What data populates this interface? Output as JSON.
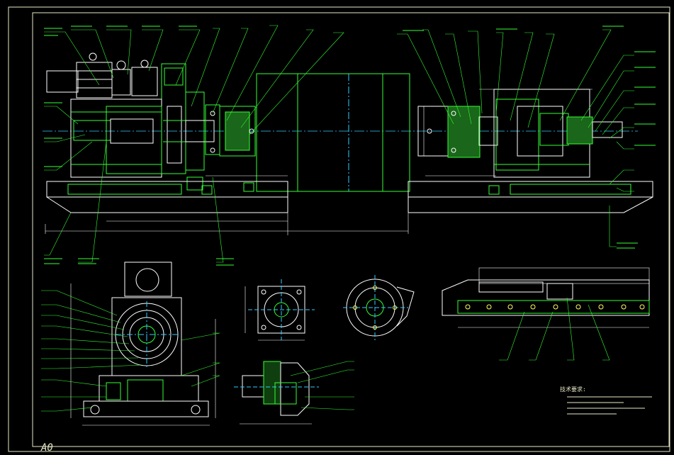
{
  "drawing": {
    "background": "#000000",
    "colors": {
      "frame": "#e8e8c8",
      "outline": "#ffffff",
      "geometry": "#33ff33",
      "leader": "#33ff33",
      "centerline": "#33ccff",
      "dimension": "#ffffff",
      "hatch": "#33ff33",
      "accent_red": "#ff4444",
      "accent_yellow": "#ffff66"
    },
    "sheet_size_mark": "A0",
    "views": {
      "main": "main-elevation-view",
      "end": "end-view",
      "flange_a": "flange-detail-a",
      "flange_b": "flange-detail-b",
      "section": "section-detail",
      "base": "base-elevation-view"
    },
    "notes": {
      "heading": "技术要求:"
    }
  }
}
